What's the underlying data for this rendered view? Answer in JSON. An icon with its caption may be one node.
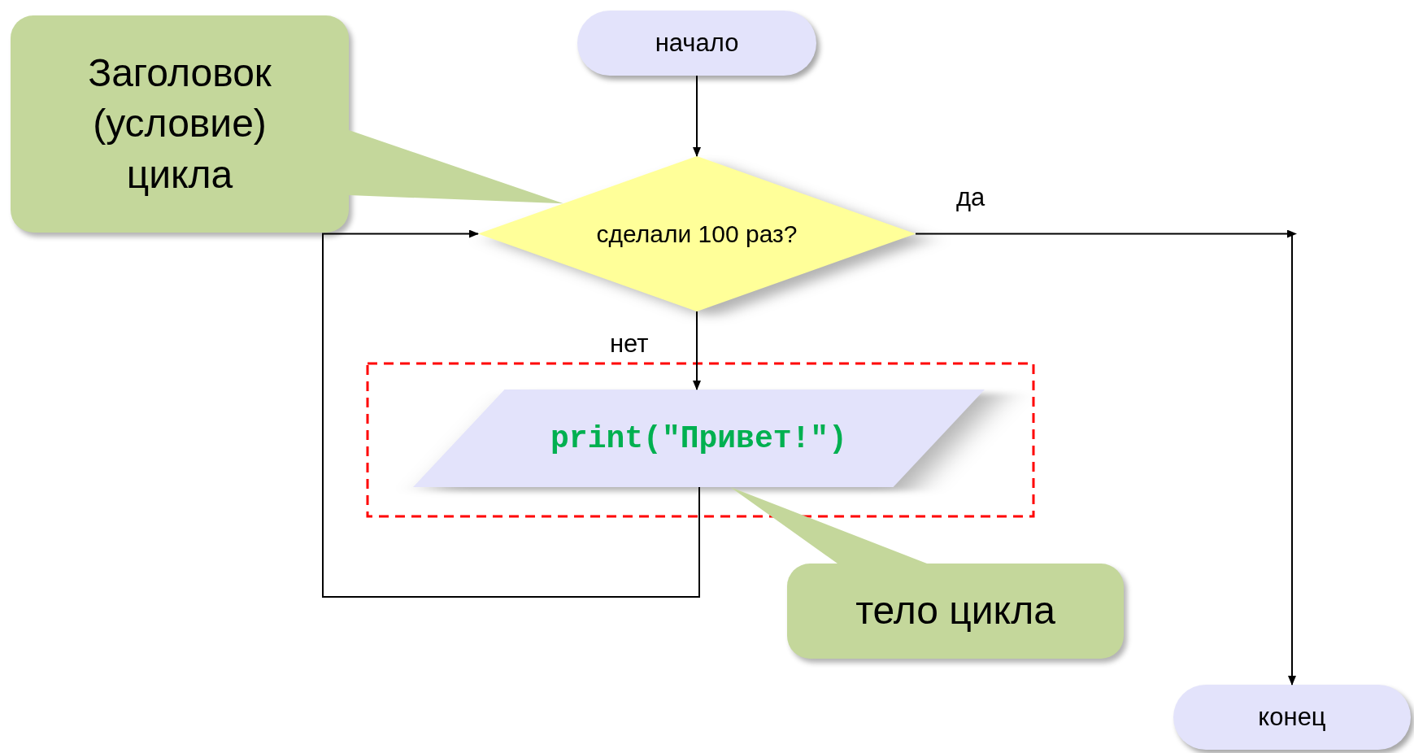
{
  "diagram": {
    "nodes": [
      {
        "text": [
          "начало"
        ]
      },
      {
        "text": [
          "сделали 100 раз?"
        ]
      },
      {
        "text": [],
        "shape": "box"
      },
      {
        "text": [
          "print(\"Привет!\")"
        ],
        "in": 2
      },
      {
        "text": [
          "конец"
        ]
      },
      {
        "text": [
          "Заголовок (условие) цикла"
        ]
      },
      {
        "text": [
          "тело цикла"
        ]
      }
    ],
    "edges": [
      {
        "from": 0,
        "to": 1,
        "arrow": "to"
      },
      {
        "from": 1,
        "to": 3,
        "arrow": "to",
        "label": "нет"
      },
      {
        "from": 3,
        "to": 1,
        "arrow": "to"
      },
      {
        "from": 1,
        "to": 4,
        "arrow": "to",
        "label": "да"
      },
      {
        "from": 5,
        "to": 1,
        "arrow": "none",
        "color": "#c4d79b"
      },
      {
        "from": 6,
        "to": 3,
        "arrow": "none",
        "color": "#c4d79b"
      }
    ]
  }
}
